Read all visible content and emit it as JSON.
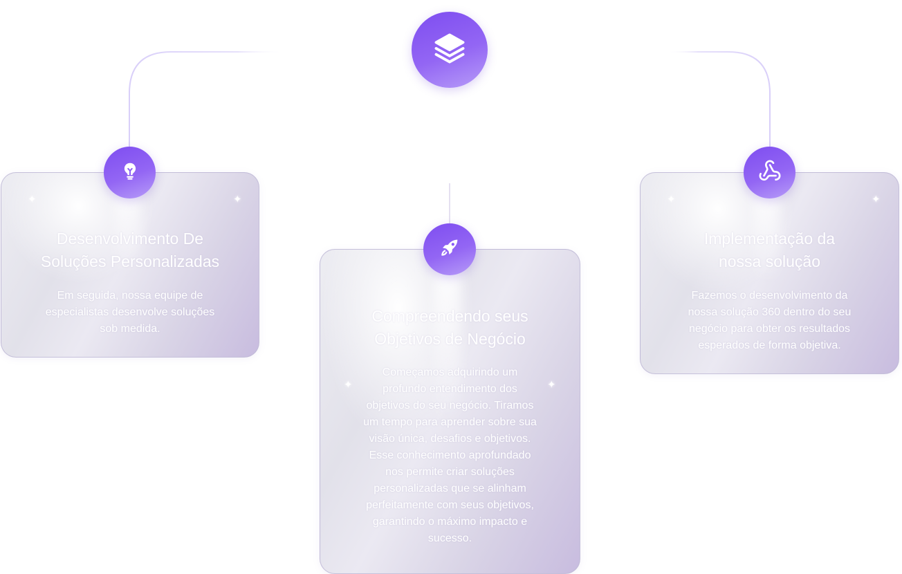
{
  "nodes": {
    "main": {
      "icon": "layers-icon"
    },
    "left": {
      "icon": "lightbulb-icon"
    },
    "center": {
      "icon": "rocket-icon"
    },
    "right": {
      "icon": "webhook-icon"
    }
  },
  "cards": {
    "left": {
      "title_lines": [
        "Desenvolvimento De",
        "Soluções Personalizadas"
      ],
      "body_lines": [
        "Em seguida, nossa equipe de",
        "especialistas desenvolve soluções",
        "sob medida."
      ]
    },
    "center": {
      "title_lines": [
        "Compreendendo seus",
        "Objetivos de Negócio"
      ],
      "body_lines": [
        "Começamos adquirindo um",
        "profundo entendimento dos",
        "objetivos do seu negócio. Tiramos",
        "um tempo para aprender sobre sua",
        "visão única, desafios e objetivos.",
        "Esse conhecimento aprofundado",
        "nos permite criar soluções",
        "personalizadas que se alinham",
        "perfeitamente com seus objetivos,",
        "garantindo o máximo impacto e",
        "sucesso."
      ]
    },
    "right": {
      "title_lines": [
        "Implementação da",
        "nossa solução"
      ],
      "body_lines": [
        "Fazemos o desenvolvimento da",
        "nossa solução 360 dentro do seu",
        "negócio para obter os resultados",
        "esperados de forma objetiva."
      ]
    }
  },
  "colors": {
    "accent": "#8b5cf6",
    "connector": "#ddd6fb",
    "text": "#ffffff"
  }
}
